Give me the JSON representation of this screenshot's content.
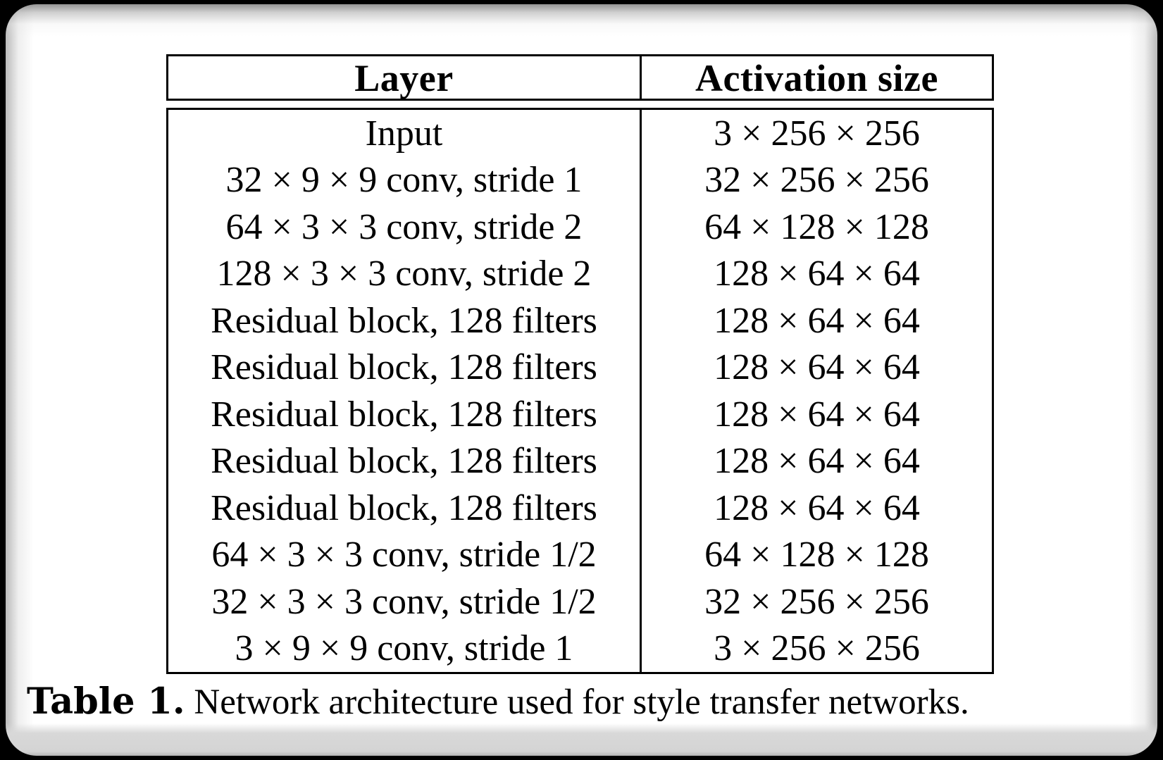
{
  "colors": {
    "page_background": "#000000",
    "card_background": "#ffffff",
    "table_border": "#000000",
    "text": "#000000",
    "edge_shade": "#d8d8d8"
  },
  "table": {
    "columns": [
      "Layer",
      "Activation size"
    ],
    "rows": [
      {
        "layer": "Input",
        "activation": "3 × 256 × 256"
      },
      {
        "layer": "32 × 9 × 9 conv, stride 1",
        "activation": "32 × 256 × 256"
      },
      {
        "layer": "64 × 3 × 3 conv, stride 2",
        "activation": "64 × 128 × 128"
      },
      {
        "layer": "128 × 3 × 3 conv, stride 2",
        "activation": "128 × 64 × 64"
      },
      {
        "layer": "Residual block, 128 filters",
        "activation": "128 × 64 × 64"
      },
      {
        "layer": "Residual block, 128 filters",
        "activation": "128 × 64 × 64"
      },
      {
        "layer": "Residual block, 128 filters",
        "activation": "128 × 64 × 64"
      },
      {
        "layer": "Residual block, 128 filters",
        "activation": "128 × 64 × 64"
      },
      {
        "layer": "Residual block, 128 filters",
        "activation": "128 × 64 × 64"
      },
      {
        "layer": "64 × 3 × 3 conv, stride 1/2",
        "activation": "64 × 128 × 128"
      },
      {
        "layer": "32 × 3 × 3 conv, stride 1/2",
        "activation": "32 × 256 × 256"
      },
      {
        "layer": "3 × 9 × 9 conv, stride 1",
        "activation": "3 × 256 × 256"
      }
    ]
  },
  "caption": {
    "label": "Table 1.",
    "text": " Network architecture used for style transfer networks."
  }
}
